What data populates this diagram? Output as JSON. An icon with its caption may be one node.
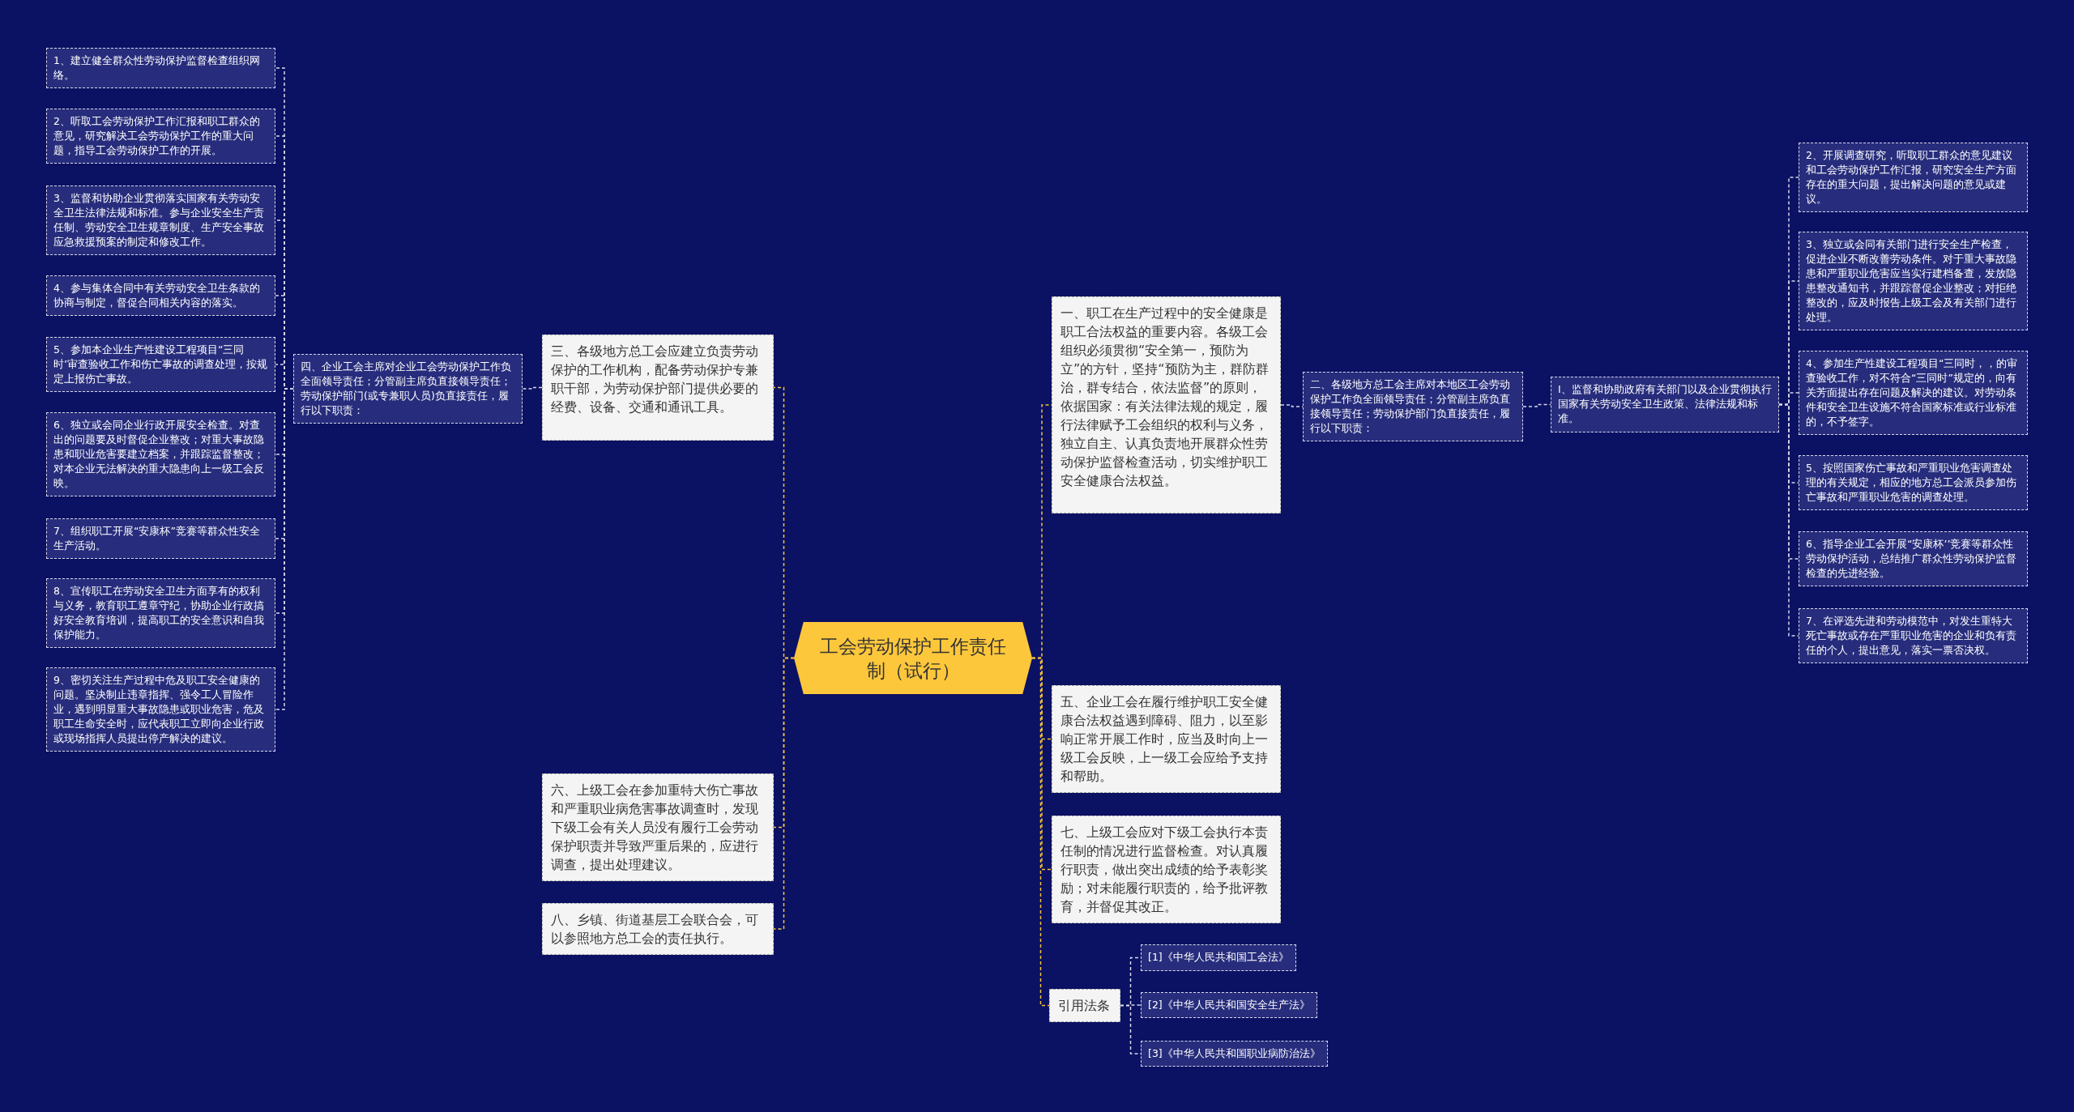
{
  "diagram": {
    "nodes": [
      {
        "text": [
          "工会劳动保护工作责任制（试行）"
        ]
      },
      {
        "text": [
          "三、各级地方总工会应建立负责劳动保护的工作机构，配备劳动保护专兼职干部，为劳动保护部门提供必要的经费、设备、交通和通讯工具。"
        ]
      },
      {
        "text": [
          "四、企业工会主席对企业工会劳动保护工作负全面领导责任；分管副主席负直接领导责任；劳动保护部门(或专兼职人员)负直接责任，履行以下职责："
        ]
      },
      {
        "text": [
          "1、建立健全群众性劳动保护监督检查组织网络。"
        ]
      },
      {
        "text": [
          "2、听取工会劳动保护工作汇报和职工群众的意见，研究解决工会劳动保护工作的重大问题，指导工会劳动保护工作的开展。"
        ]
      },
      {
        "text": [
          "3、监督和协助企业贯彻落实国家有关劳动安全卫生法律法规和标准。参与企业安全生产责任制、劳动安全卫生规章制度、生产安全事故应急救援预案的制定和修改工作。"
        ]
      },
      {
        "text": [
          "4、参与集体合同中有关劳动安全卫生条款的协商与制定，督促合同相关内容的落实。"
        ]
      },
      {
        "text": [
          "5、参加本企业生产性建设工程项目“三同时’审查验收工作和伤亡事故的调查处理，按规定上报伤亡事故。"
        ]
      },
      {
        "text": [
          "6、独立或会同企业行政开展安全检查。对查出的问题要及时督促企业整改；对重大事故隐患和职业危害要建立档案，并跟踪监督整改；对本企业无法解决的重大隐患向上一级工会反映。"
        ]
      },
      {
        "text": [
          "7、组织职工开展“安康杯”竞赛等群众性安全生产活动。"
        ]
      },
      {
        "text": [
          "8、宣传职工在劳动安全卫生方面享有的权利与义务，教育职工遵章守纪，协助企业行政搞好安全教育培训，提高职工的安全意识和自我保护能力。"
        ]
      },
      {
        "text": [
          "9、密切关注生产过程中危及职工安全健康的问题。坚决制止违章指挥、强令工人冒险作业，遇到明显重大事故隐患或职业危害，危及职工生命安全时，应代表职工立即向企业行政或现场指挥人员提出停产解决的建议。"
        ]
      },
      {
        "text": [
          "六、上级工会在参加重特大伤亡事故和严重职业病危害事故调查时，发现下级工会有关人员没有履行工会劳动保护职责并导致严重后果的，应进行调查，提出处理建议。"
        ]
      },
      {
        "text": [
          "八、乡镇、街道基层工会联合会，可以参照地方总工会的责任执行。"
        ]
      },
      {
        "text": [
          "一、职工在生产过程中的安全健康是职工合法权益的重要内容。各级工会组织必须贯彻“安全第一，预防为立”的方针，坚持“预防为主，群防群治，群专结合，依法监督”的原则，依据国家：有关法律法规的规定，履行法律赋予工会组织的权利与义务，独立自主、认真负责地开展群众性劳动保护监督检查活动，切实维护职工安全健康合法权益。"
        ]
      },
      {
        "text": [
          "二、各级地方总工会主席对本地区工会劳动保护工作负全面领导责任；分管副主席负直接领导责任；劳动保护部门负直接责任，履行以下职责："
        ]
      },
      {
        "text": [
          "I、监督和协助政府有关部门以及企业贯彻执行国家有关劳动安全卫生政策、法律法规和标准。"
        ]
      },
      {
        "text": [
          "2、开展调查研究，听取职工群众的意见建议和工会劳动保护工作汇报，研究安全生产方面存在的重大问题，提出解决问题的意见或建议。"
        ]
      },
      {
        "text": [
          "3、独立或会同有关部门进行安全生产检查，促进企业不断改善劳动条件。对于重大事故隐患和严重职业危害应当实行建档备查，发放隐患整改通知书，并跟踪督促企业整改；对拒绝整改的，应及时报告上级工会及有关部门进行处理。"
        ]
      },
      {
        "text": [
          "4、参加生产性建设工程项目“三同时，，的审查验收工作，对不符合“三同时”规定的，向有关芳面提出存在问题及解决的建议。对劳动条件和安全卫生设施不符合国家标准或行业标准的，不予签字。"
        ]
      },
      {
        "text": [
          "5、按照国家伤亡事故和严重职业危害调查处理的有关规定，相应的地方总工会派员参加伤亡事故和严重职业危害的调查处理。"
        ]
      },
      {
        "text": [
          "6、指导企业工会开展“安康杯’’竞赛等群众性劳动保护活动，总结推广群众性劳动保护监督检查的先进经验。"
        ]
      },
      {
        "text": [
          "7、在评选先进和劳动模范中，对发生重特大死亡事故或存在严重职业危害的企业和负有责任的个人，提出意见，落实一票否决权。"
        ]
      },
      {
        "text": [
          "五、企业工会在履行维护职工安全健康合法权益遇到障碍、阻力，以至影响正常开展工作时，应当及时向上一级工会反映，上一级工会应给予支持和帮助。"
        ]
      },
      {
        "text": [
          "七、上级工会应对下级工会执行本责任制的情况进行监督检查。对认真履行职责，做出突出成绩的给予表彰奖励；对未能履行职责的，给予批评教育，并督促其改正。"
        ]
      },
      {
        "text": [
          "引用法条"
        ]
      },
      {
        "text": [
          "[1]《中华人民共和国工会法》"
        ]
      },
      {
        "text": [
          "[2]《中华人民共和国安全生产法》"
        ]
      },
      {
        "text": [
          "[3]《中华人民共和国职业病防治法》"
        ]
      }
    ],
    "edges": [
      {
        "from": 0,
        "to": 1,
        "arrow": "none",
        "color": "#f5c33b"
      },
      {
        "from": 0,
        "to": 12,
        "arrow": "none",
        "color": "#f5c33b"
      },
      {
        "from": 0,
        "to": 13,
        "arrow": "none",
        "color": "#f5c33b"
      },
      {
        "from": 0,
        "to": 14,
        "arrow": "none",
        "color": "#f5c33b"
      },
      {
        "from": 0,
        "to": 23,
        "arrow": "none",
        "color": "#f5c33b"
      },
      {
        "from": 0,
        "to": 24,
        "arrow": "none",
        "color": "#f5c33b"
      },
      {
        "from": 0,
        "to": 25,
        "arrow": "none",
        "color": "#f5c33b"
      },
      {
        "from": 1,
        "to": 2,
        "arrow": "none"
      },
      {
        "from": 2,
        "to": 3,
        "arrow": "none"
      },
      {
        "from": 2,
        "to": 4,
        "arrow": "none"
      },
      {
        "from": 2,
        "to": 5,
        "arrow": "none"
      },
      {
        "from": 2,
        "to": 6,
        "arrow": "none"
      },
      {
        "from": 2,
        "to": 7,
        "arrow": "none"
      },
      {
        "from": 2,
        "to": 8,
        "arrow": "none"
      },
      {
        "from": 2,
        "to": 9,
        "arrow": "none"
      },
      {
        "from": 2,
        "to": 10,
        "arrow": "none"
      },
      {
        "from": 2,
        "to": 11,
        "arrow": "none"
      },
      {
        "from": 14,
        "to": 15,
        "arrow": "none"
      },
      {
        "from": 15,
        "to": 16,
        "arrow": "none"
      },
      {
        "from": 16,
        "to": 17,
        "arrow": "none"
      },
      {
        "from": 16,
        "to": 18,
        "arrow": "none"
      },
      {
        "from": 16,
        "to": 19,
        "arrow": "none"
      },
      {
        "from": 16,
        "to": 20,
        "arrow": "none"
      },
      {
        "from": 16,
        "to": 21,
        "arrow": "none"
      },
      {
        "from": 16,
        "to": 22,
        "arrow": "none"
      },
      {
        "from": 25,
        "to": 26,
        "arrow": "none"
      },
      {
        "from": 25,
        "to": 27,
        "arrow": "none"
      },
      {
        "from": 25,
        "to": 28,
        "arrow": "none"
      }
    ]
  }
}
